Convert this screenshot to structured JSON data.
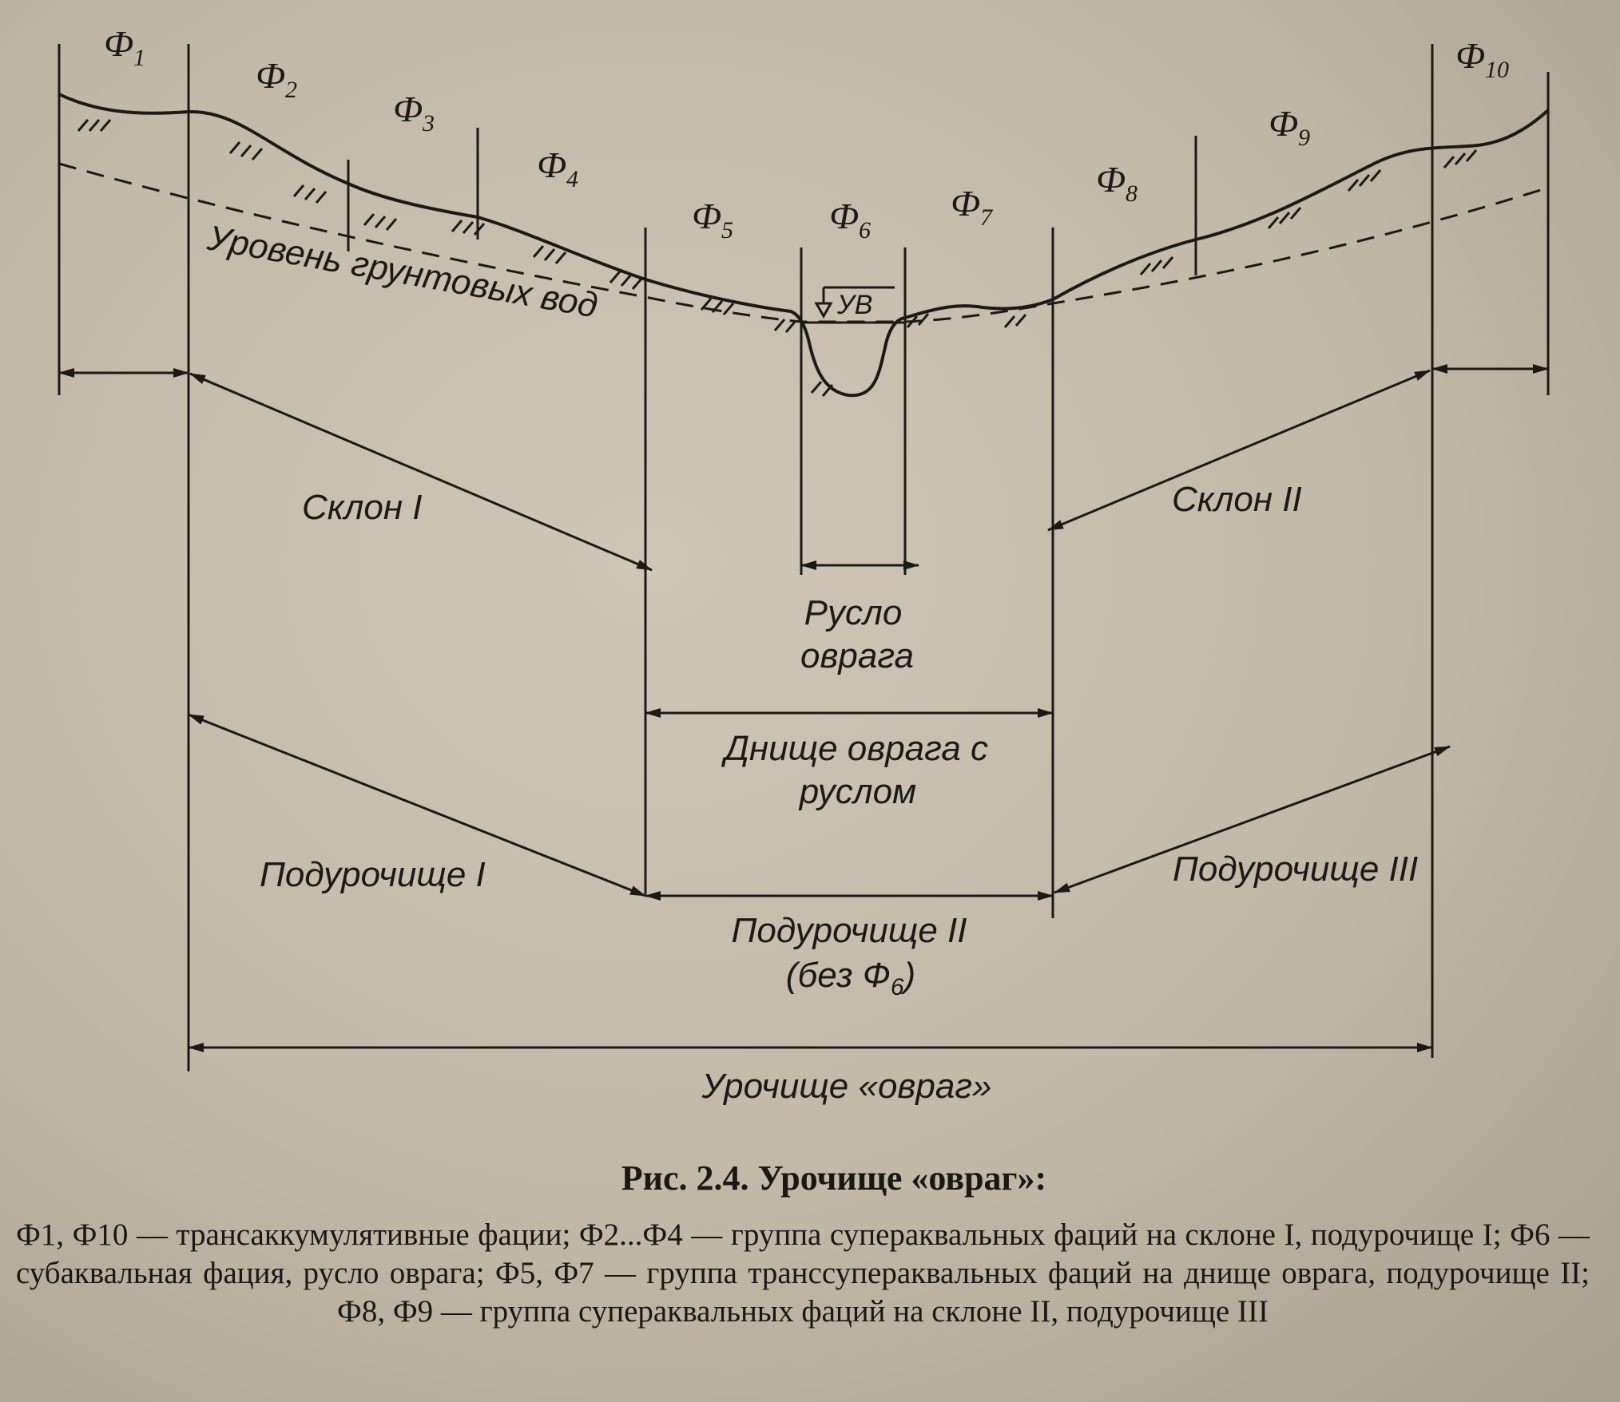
{
  "facies": {
    "f1": {
      "main": "Ф",
      "sub": "1"
    },
    "f2": {
      "main": "Ф",
      "sub": "2"
    },
    "f3": {
      "main": "Ф",
      "sub": "3"
    },
    "f4": {
      "main": "Ф",
      "sub": "4"
    },
    "f5": {
      "main": "Ф",
      "sub": "5"
    },
    "f6": {
      "main": "Ф",
      "sub": "6"
    },
    "f7": {
      "main": "Ф",
      "sub": "7"
    },
    "f8": {
      "main": "Ф",
      "sub": "8"
    },
    "f9": {
      "main": "Ф",
      "sub": "9"
    },
    "f10": {
      "main": "Ф",
      "sub": "10"
    }
  },
  "labels": {
    "groundwater": "Уровень грунтовых вод",
    "water_level": "УВ",
    "slope1": "Склон I",
    "slope2": "Склон II",
    "channel_line1": "Русло",
    "channel_line2": "оврага",
    "bottom_line1": "Днище оврага с",
    "bottom_line2": "руслом",
    "sub1": "Подурочище I",
    "sub3": "Подурочище III",
    "sub2_line1": "Подурочище II",
    "sub2_line2_pre": "(без Ф",
    "sub2_line2_sub": "6",
    "sub2_line2_post": ")",
    "tract": "Урочище «овраг»"
  },
  "caption": {
    "title": "Рис. 2.4. Урочище «овраг»:",
    "text": "Ф1, Ф10 — трансаккумулятивные фации; Ф2...Ф4 — группа супераквальных фаций на склоне I, подурочище I; Ф6 — субаквальная фация, русло оврага; Ф5, Ф7 — группа транссупераквальных фаций на днище оврага, подурочище II; Ф8, Ф9 — группа супераквальных фаций на склоне II, подурочище III"
  }
}
